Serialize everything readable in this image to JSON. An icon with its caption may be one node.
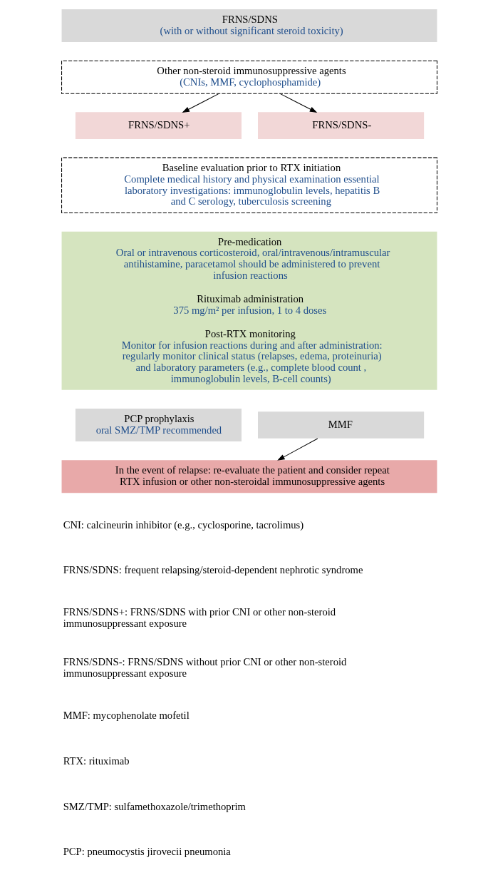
{
  "diagram": {
    "nodes": [
      {
        "text": [
          "FRNS/SDNS",
          "(with or without significant steroid toxicity)"
        ]
      },
      {
        "text": [
          "Other non-steroid immunosuppressive agents",
          "(CNIs, MMF, cyclophosphamide)"
        ]
      },
      {
        "text": [
          "FRNS/SDNS+"
        ]
      },
      {
        "text": [
          "FRNS/SDNS-"
        ]
      },
      {
        "text": [
          "Baseline evaluation prior to RTX initiation",
          "Complete medical history and physical examination essential laboratory investigations: immunoglobulin levels, hepatitis B and C serology, tuberculosis screening"
        ]
      },
      {
        "text": [
          "Pre-medication",
          "Oral or intravenous corticosteroid, oral/intravenous/intramuscular antihistamine, paracetamol should be administered to prevent infusion reactions",
          "Rituximab administration",
          "375 mg/m² per infusion, 1 to 4 doses",
          "Post-RTX monitoring",
          "Monitor for infusion reactions during and after administration: regularly monitor clinical status (relapses, edema, proteinuria) and laboratory parameters (e.g., complete blood count , immunoglobulin levels, B-cell counts)"
        ]
      },
      {
        "text": [
          "PCP prophylaxis",
          "oral SMZ/TMP recommended"
        ]
      },
      {
        "text": [
          "MMF"
        ]
      },
      {
        "text": [
          "In the event of relapse: re-evaluate the patient and consider repeat RTX infusion or other non-steroidal immunosuppressive agents"
        ]
      }
    ],
    "edges": [
      {
        "from": 1,
        "to": 2,
        "arrow": "to"
      },
      {
        "from": 1,
        "to": 3,
        "arrow": "to"
      },
      {
        "from": 7,
        "to": 8,
        "arrow": "to"
      }
    ],
    "labels": [
      "CNI: calcineurin inhibitor (e.g., cyclosporine, tacrolimus)",
      "FRNS/SDNS: frequent relapsing/steroid-dependent nephrotic syndrome",
      "FRNS/SDNS+: FRNS/SDNS with prior CNI or other non-steroid immunosuppressant exposure",
      "FRNS/SDNS-: FRNS/SDNS without prior CNI or other non-steroid immunosuppressant exposure",
      "MMF: mycophenolate mofetil",
      "RTX: rituximab",
      "SMZ/TMP: sulfamethoxazole/trimethoprim",
      "PCP: pneumocystis jirovecii pneumonia"
    ]
  }
}
